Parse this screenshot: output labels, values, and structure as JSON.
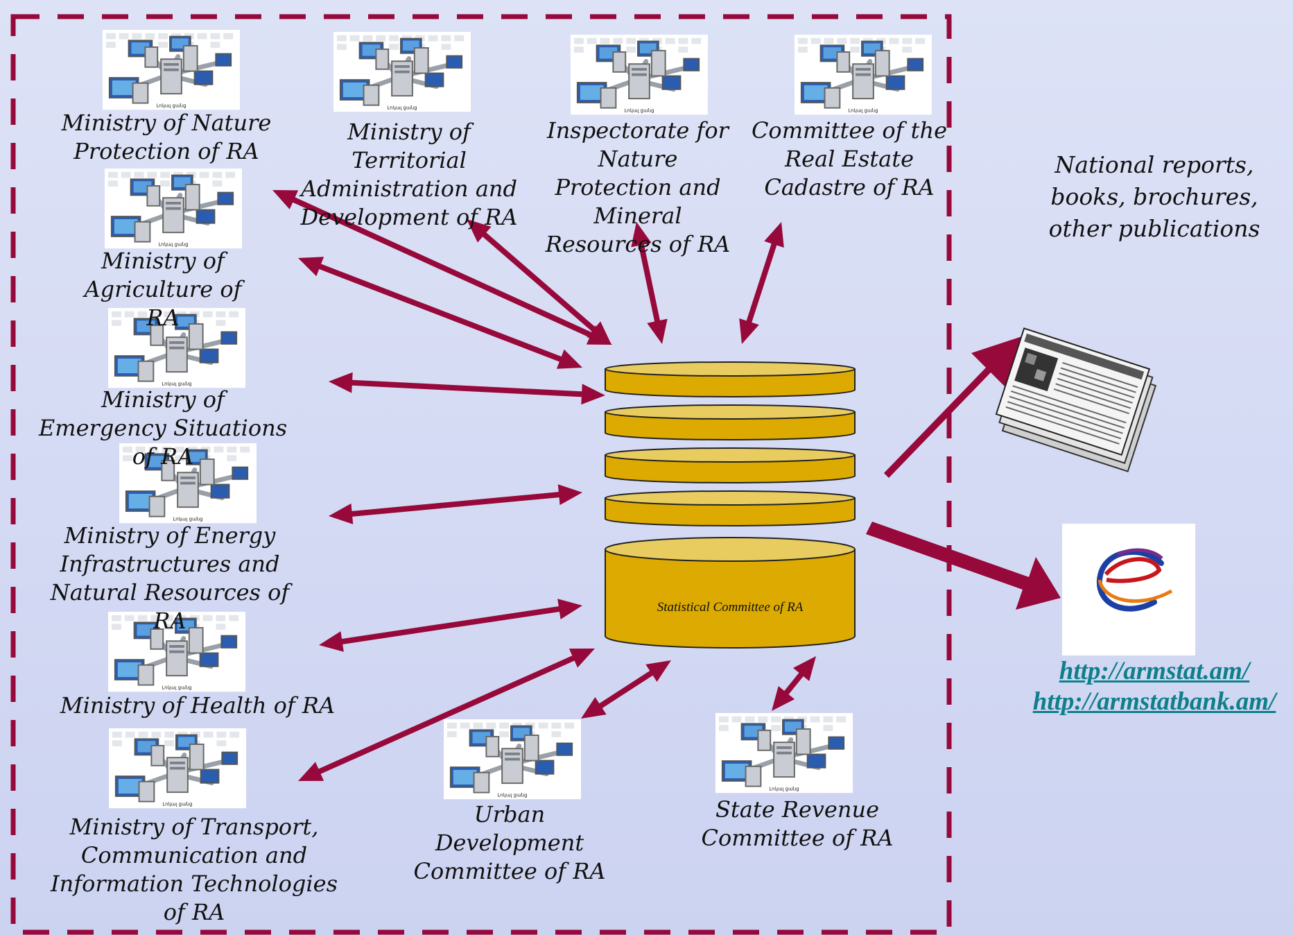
{
  "nodes": {
    "nature": "Ministry of  Nature Protection of RA",
    "territorial": "Ministry of Territorial Administration and Development of RA",
    "inspectorate": "Inspectorate for Nature Protection and Mineral Resources of RA",
    "cadastre": "Committee of the Real Estate Cadastre of RA",
    "agriculture": "Ministry of Agriculture of RA",
    "emergency": "Ministry of Emergency Situations of RA",
    "energy": "Ministry of Energy Infrastructures and Natural Resources of RA",
    "health": "Ministry of  Health of RA",
    "transport": "Ministry of Transport, Communication and Information Technologies of RA",
    "urban": "Urban Development Committee of RA",
    "revenue": "State Revenue Committee of RA"
  },
  "hub": {
    "label": "Statistical Committee of RA"
  },
  "computer_caption": "Լոկալ ցանց",
  "outputs": {
    "publications": "National reports, books, brochures, other publications",
    "link1": "http://armstat.am/",
    "link2": "http://armstatbank.am/"
  },
  "colors": {
    "arrow": "#96093a",
    "border": "#96093a",
    "cylinder": "#dcaa00",
    "cylinder_top": "#e9cc60",
    "link": "#0f7f8a",
    "background": "#d8ddf5"
  },
  "icons": [
    "computer-network-icon",
    "newspaper-icon",
    "e-logo-icon"
  ]
}
